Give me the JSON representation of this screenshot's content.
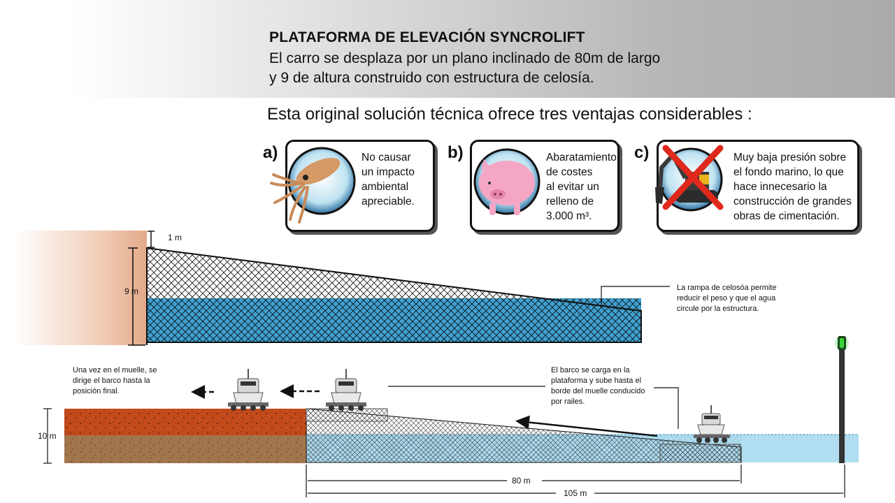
{
  "header": {
    "title": "PLATAFORMA DE ELEVACIÓN SYNCROLIFT",
    "subtitle": "El carro se desplaza por un plano inclinado de 80m de largo y 9 de altura construido con estructura de celosía."
  },
  "intro": "Esta original solución técnica ofrece tres ventajas considerables :",
  "advantages": [
    {
      "letter": "a)",
      "icon": "squid-icon",
      "lines": [
        "No causar",
        "un impacto",
        "ambiental",
        "apreciable."
      ]
    },
    {
      "letter": "b)",
      "icon": "piggy-bank-icon",
      "lines": [
        "Abaratamiento",
        "de costes",
        "al evitar un",
        "relleno de",
        "3.000 m³."
      ]
    },
    {
      "letter": "c)",
      "icon": "crossed-excavator-icon",
      "lines": [
        "Muy baja presión sobre",
        "el fondo marino, lo que",
        "hace innecesario la",
        "construcción de grandes",
        "obras de cimentación."
      ]
    }
  ],
  "diagram": {
    "dim_top": "1 m",
    "dim_height": "9 m",
    "dim_quay": "10 m",
    "dim_ramp": "80 m",
    "dim_total": "105 m",
    "note_ramp": [
      "La rampa de celosóa permite",
      "reducir el peso y que el agua",
      "circule por la estructura."
    ],
    "note_final": [
      "Una vez en el muelle, se",
      "dirige el barco hasta la",
      "posición final."
    ],
    "note_load": [
      "El barco se carga en la",
      "plataforma y sube hasta el",
      "borde del muelle conducido",
      "por railes."
    ]
  },
  "colors": {
    "water": "#1d90c9",
    "water_light": "#a9d9ee",
    "soil_top": "#c24a1b",
    "soil_bottom": "#a2764c",
    "beacon": "#39d43a"
  }
}
